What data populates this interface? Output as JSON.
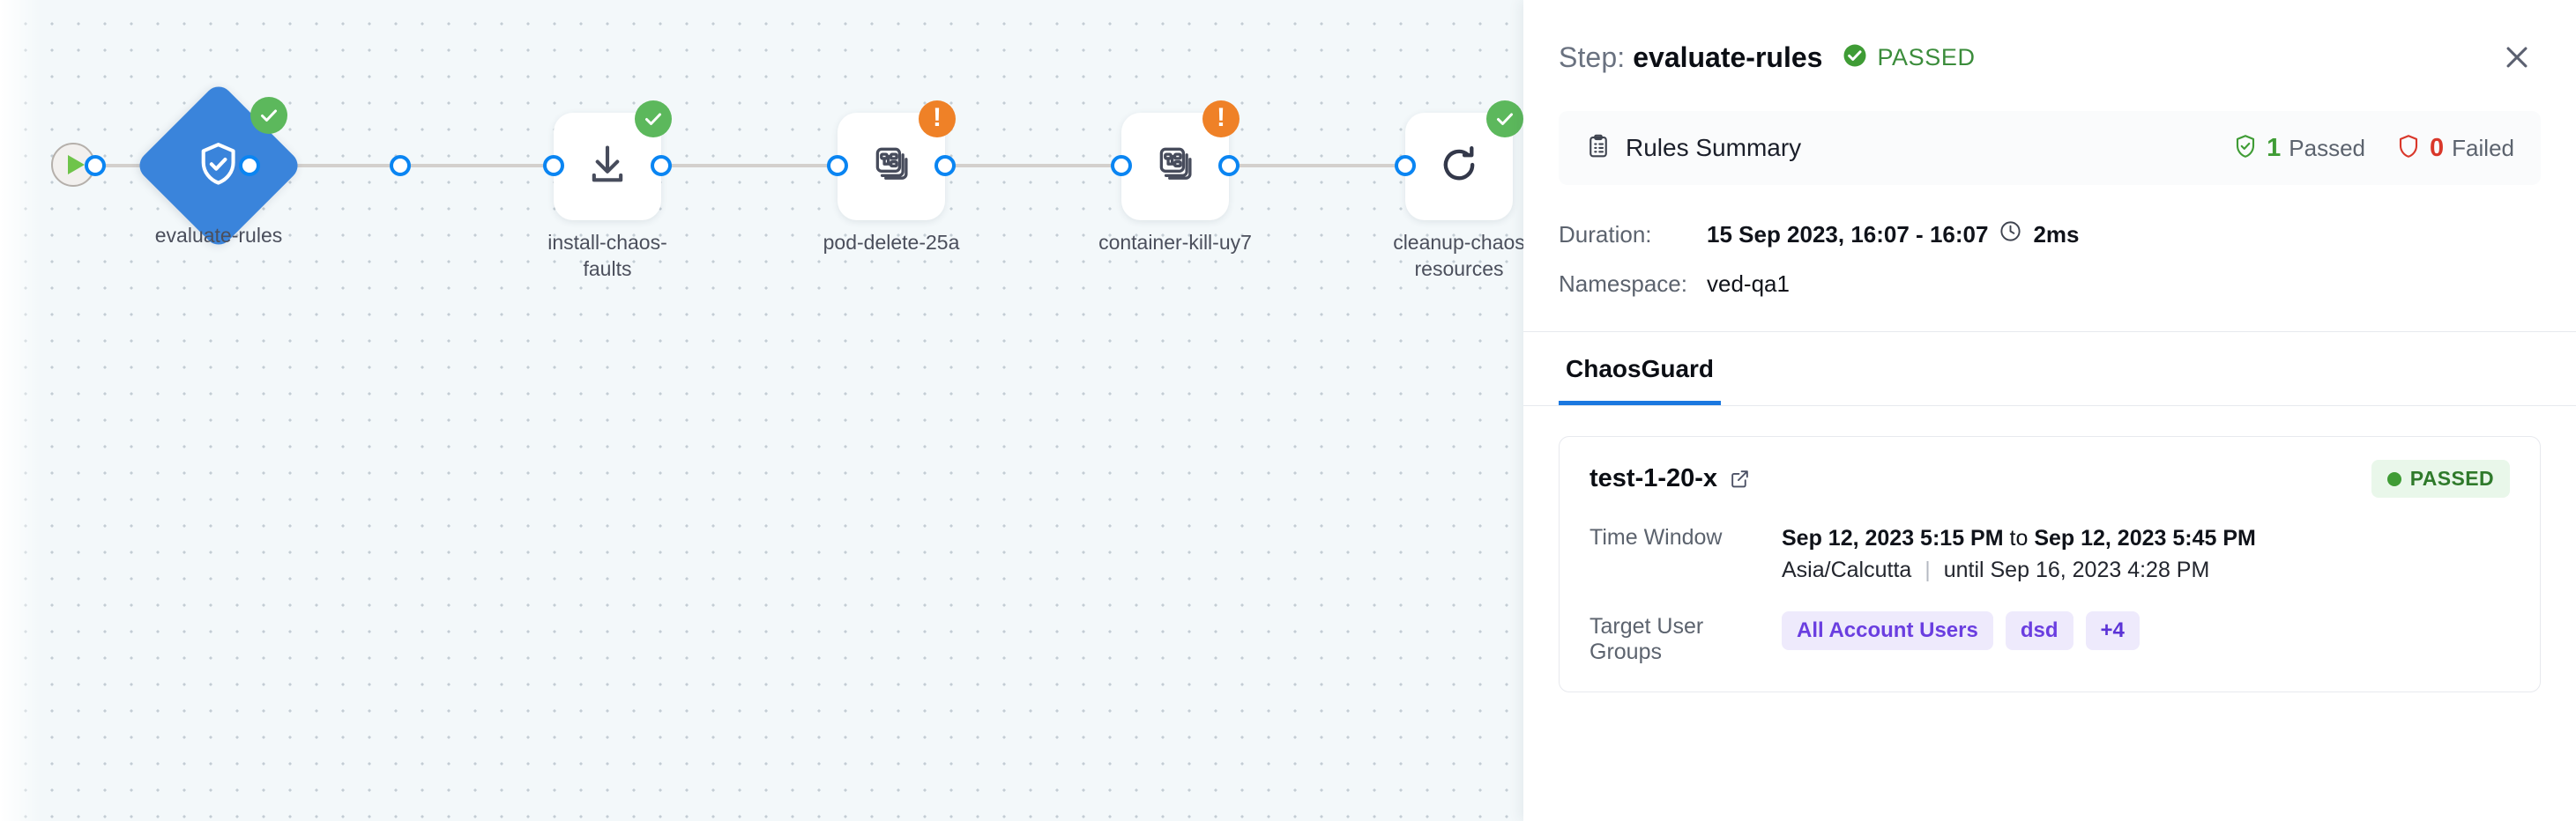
{
  "canvas": {
    "start_node": {
      "icon": "play-icon"
    },
    "nodes": [
      {
        "id": "evaluate-rules",
        "label": "evaluate-rules",
        "shape": "diamond",
        "icon": "shield-check-icon",
        "badge": "success"
      },
      {
        "id": "install-chaos-faults",
        "label": "install-chaos-\nfaults",
        "shape": "box",
        "icon": "download-icon",
        "badge": "success"
      },
      {
        "id": "pod-delete-25a",
        "label": "pod-delete-25a",
        "shape": "box",
        "icon": "chaos-experiment-icon",
        "badge": "warning"
      },
      {
        "id": "container-kill-uy7",
        "label": "container-kill-uy7",
        "shape": "box",
        "icon": "chaos-experiment-icon",
        "badge": "warning"
      },
      {
        "id": "cleanup-chaos-resources",
        "label": "cleanup-chaos\nresources",
        "shape": "box",
        "icon": "refresh-icon",
        "badge": "success"
      }
    ]
  },
  "panel": {
    "header": {
      "prefix": "Step:",
      "step_name": "evaluate-rules",
      "status": "PASSED",
      "status_color": "#3b8c3b",
      "close_icon": "close-icon"
    },
    "rules_summary": {
      "title": "Rules Summary",
      "icon": "clipboard-icon",
      "passed_count": "1",
      "passed_label": "Passed",
      "failed_count": "0",
      "failed_label": "Failed",
      "passed_color": "#3f9c35",
      "failed_color": "#d9372a"
    },
    "meta": {
      "duration_key": "Duration:",
      "duration_value": "15 Sep 2023, 16:07 - 16:07",
      "duration_elapsed": "2ms",
      "clock_icon": "clock-icon",
      "namespace_key": "Namespace:",
      "namespace_value": "ved-qa1"
    },
    "tabs": [
      {
        "label": "ChaosGuard",
        "active": true
      }
    ],
    "card": {
      "title": "test-1-20-x",
      "external_link_icon": "external-link-icon",
      "status_badge": "PASSED",
      "status_badge_color": "#3f9c35",
      "rows": [
        {
          "key": "Time Window",
          "value_start": "Sep 12, 2023 5:15 PM",
          "value_join": "to",
          "value_end": "Sep 12, 2023 5:45 PM",
          "timezone": "Asia/Calcutta",
          "until": "until Sep 16, 2023 4:28 PM"
        },
        {
          "key": "Target User Groups",
          "tags": [
            "All Account Users",
            "dsd",
            "+4"
          ]
        }
      ]
    }
  }
}
